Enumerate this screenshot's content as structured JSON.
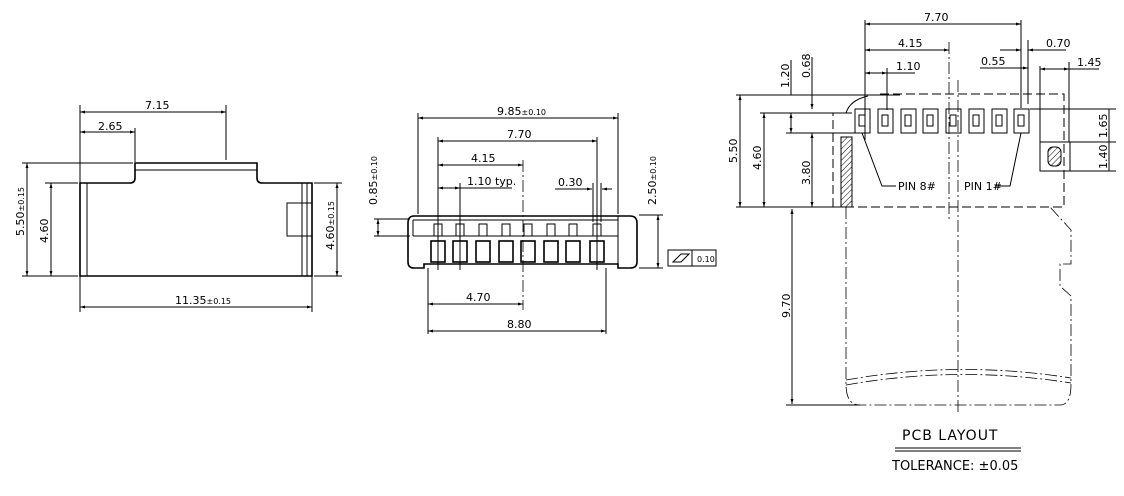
{
  "side_view": {
    "dim_overall_width": "7.15",
    "dim_step": "2.65",
    "dim_total_height": "5.50",
    "dim_total_height_tol": "±0.15",
    "dim_body_height": "4.60",
    "dim_right_height": "4.60",
    "dim_right_height_tol": "±0.15",
    "dim_length": "11.35",
    "dim_length_tol": "±0.15"
  },
  "front_view": {
    "dim_width": "9.85",
    "dim_width_tol": "±0.10",
    "dim_pin_span": "7.70",
    "dim_center": "4.15",
    "dim_pitch": "1.10 typ.",
    "dim_pin_width": "0.30",
    "dim_top_height": "0.85",
    "dim_top_height_tol": "±0.10",
    "dim_height": "2.50",
    "dim_height_tol": "±0.10",
    "dim_half_base": "4.70",
    "dim_base": "8.80",
    "flatness_value": "0.10"
  },
  "pcb_layout": {
    "dim_pad_span": "7.70",
    "dim_center": "4.15",
    "dim_pitch": "1.10",
    "dim_pad_offset": "0.55",
    "dim_pad_edge": "0.70",
    "dim_side_pad_width": "1.45",
    "dim_outline_height": "5.50",
    "dim_body_height": "4.60",
    "dim_pad_top": "1.20",
    "dim_pad_length": "0.68",
    "dim_lower": "3.80",
    "dim_side_pad_pos": "1.65",
    "dim_side_pad_height": "1.40",
    "dim_card_length": "9.70",
    "pin8_label": "PIN 8#",
    "pin1_label": "PIN 1#",
    "title": "PCB LAYOUT",
    "tolerance": "TOLERANCE: ±0.05"
  }
}
